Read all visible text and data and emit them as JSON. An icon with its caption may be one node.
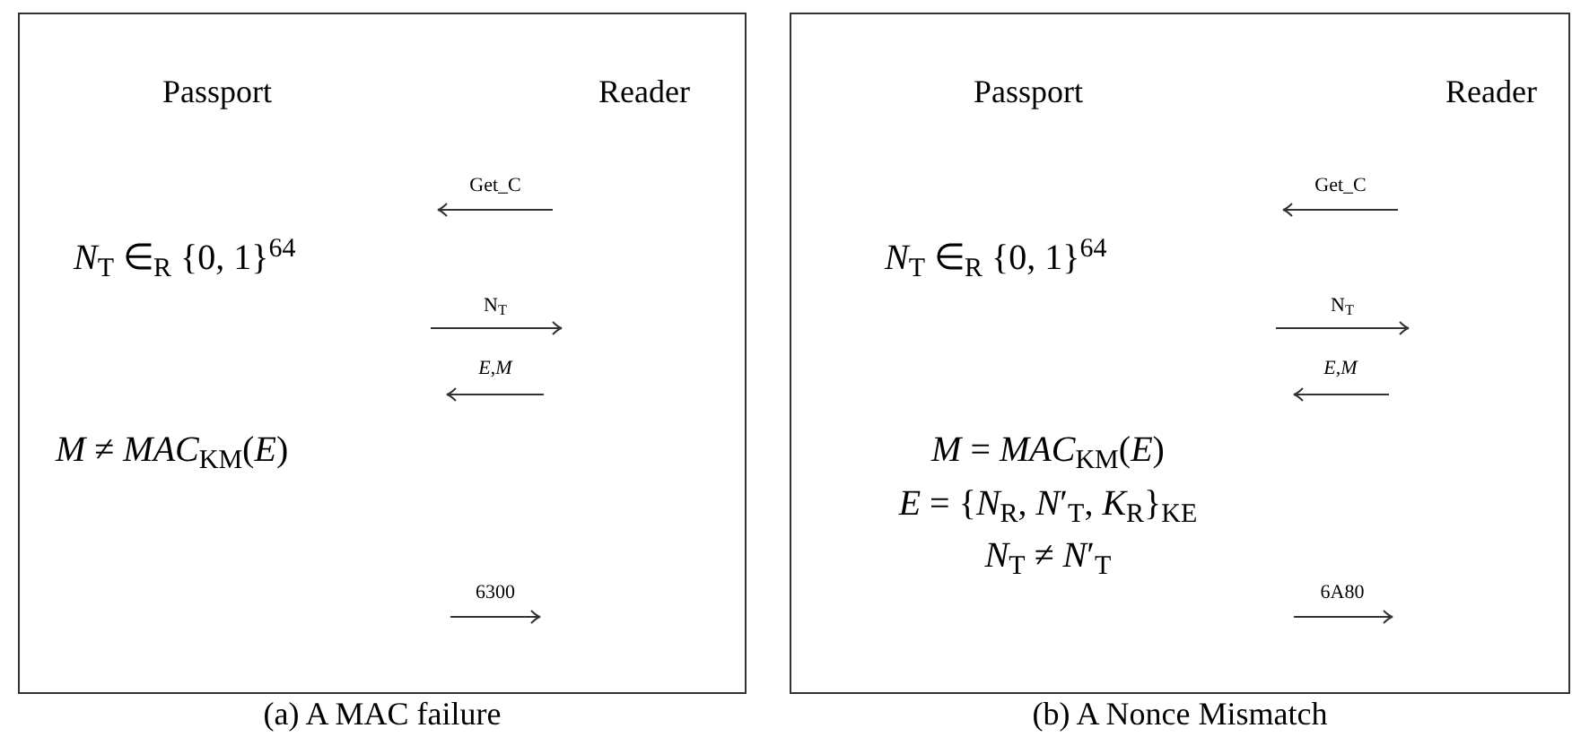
{
  "diagram": {
    "nodes": [
      {
        "text": [
          "(a) A MAC failure"
        ]
      },
      {
        "text": [
          "(b) A Nonce Mismatch"
        ]
      }
    ],
    "labels": [
      "Passport",
      "Reader",
      "Get_C",
      "*N*$_{T}$ ∈$_{R}$ {0, 1}$^{64}$",
      "N$_{T}$",
      "*E*,*M*",
      "*M* ≠ *MAC*$_{KM}$(*E*)",
      "6300",
      "Passport",
      "Reader",
      "Get_C",
      "*N*$_{T}$ ∈$_{R}$ {0, 1}$^{64}$",
      "N$_{T}$",
      "*E*,*M*",
      "*M* = *MAC*$_{KM}$(*E*)",
      "*E* = {*N*$_{R}$, *N*′$_{T}$, *K*$_{R}$}$_{KE}$",
      "*N*$_{T}$ ≠ *N*′$_{T}$",
      "6A80"
    ]
  }
}
